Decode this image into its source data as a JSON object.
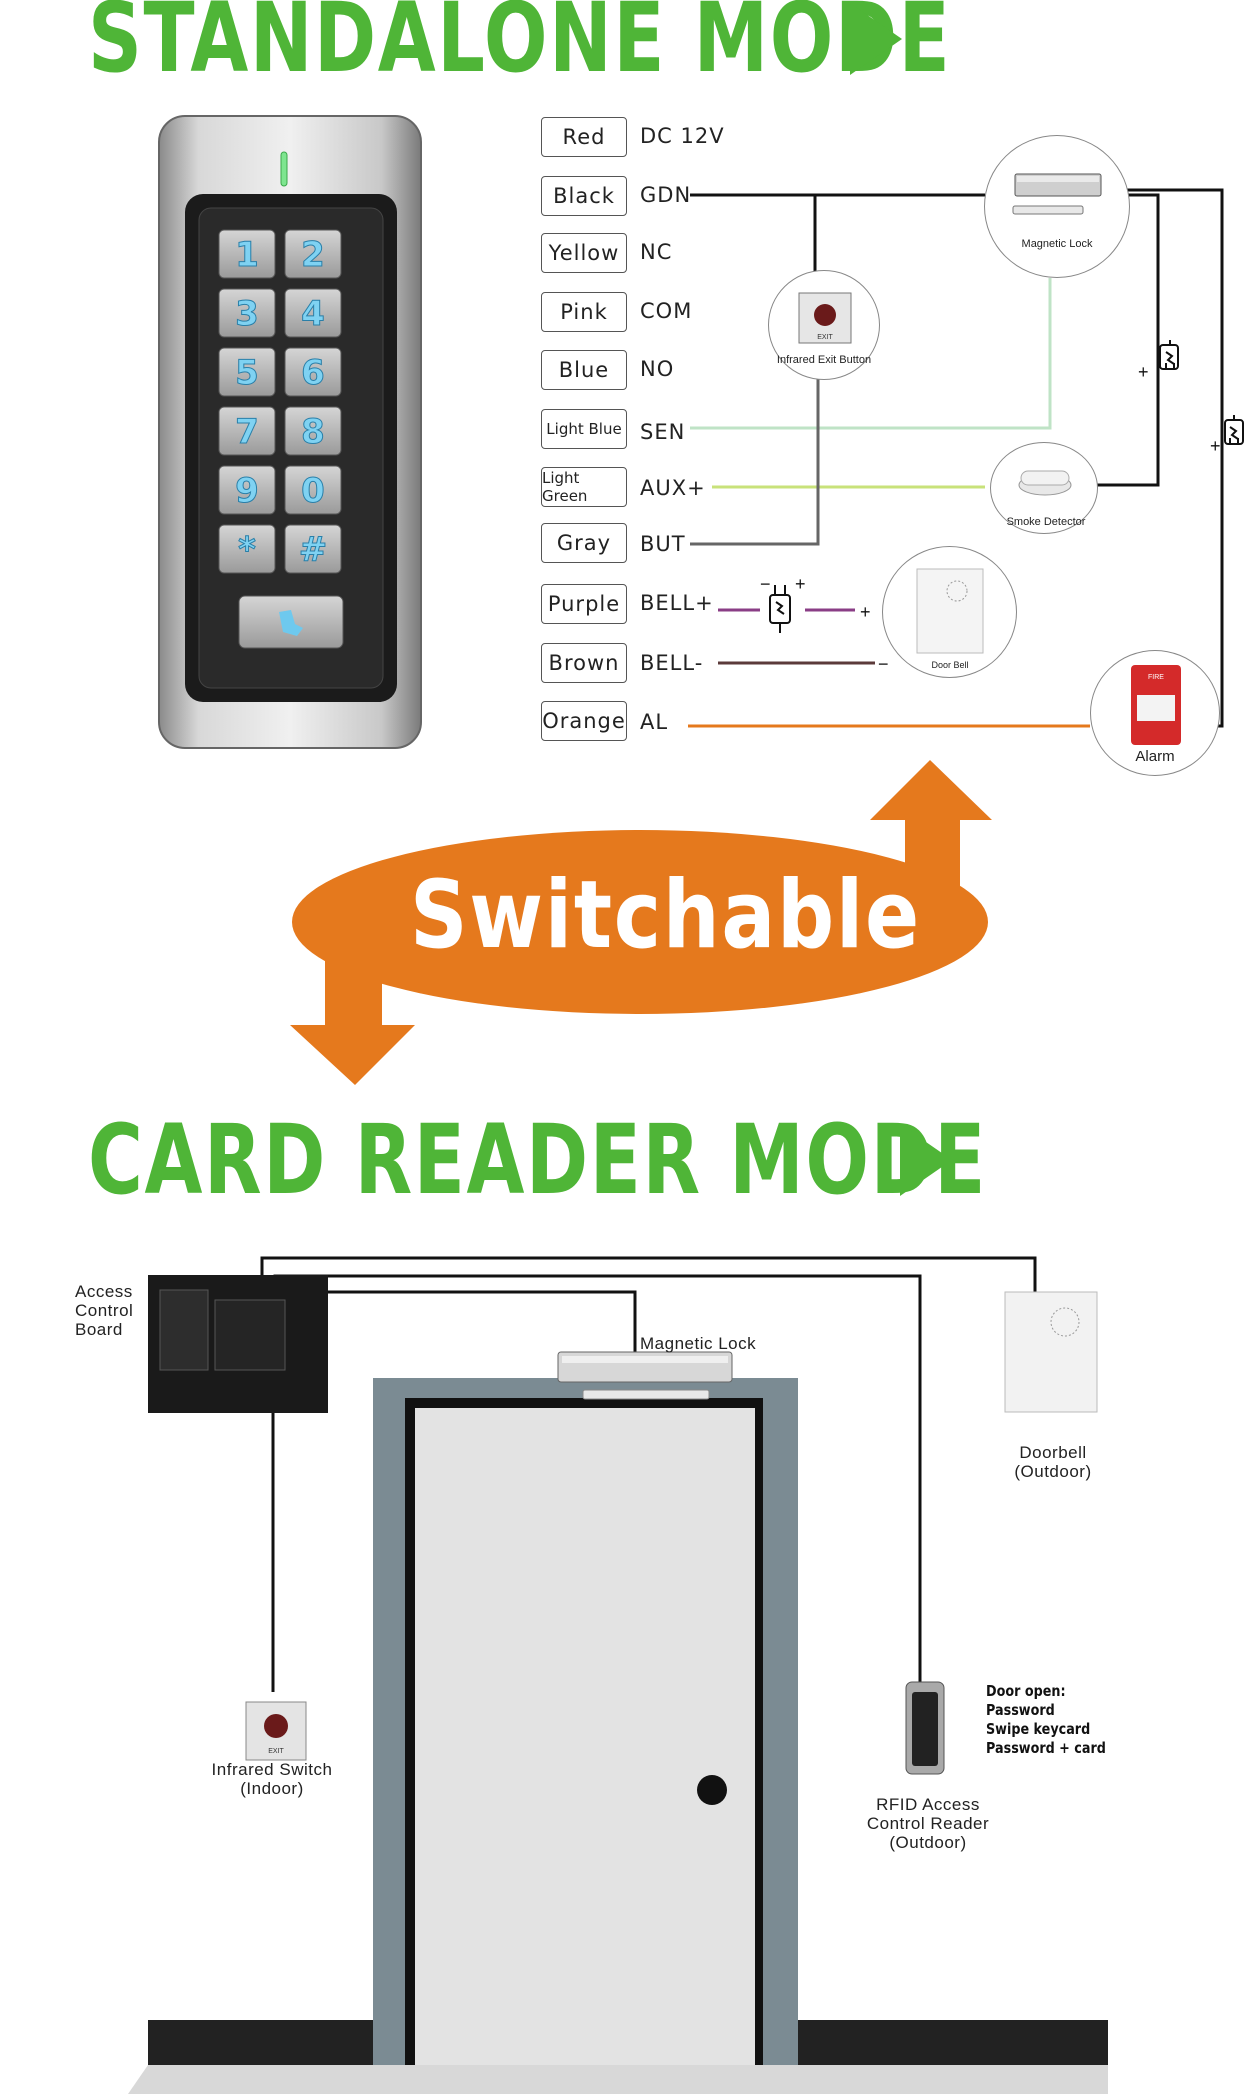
{
  "header": {
    "standalone_title": "STANDALONE MODE",
    "switch_label": "Switchable",
    "card_reader_title": "CARD READER MODE"
  },
  "wiring": [
    {
      "color_name": "Red",
      "pin": "DC 12V"
    },
    {
      "color_name": "Black",
      "pin": "GDN"
    },
    {
      "color_name": "Yellow",
      "pin": "NC"
    },
    {
      "color_name": "Pink",
      "pin": "COM"
    },
    {
      "color_name": "Blue",
      "pin": "NO"
    },
    {
      "color_name": "Light Blue",
      "pin": "SEN"
    },
    {
      "color_name": "Light Green",
      "pin": "AUX+"
    },
    {
      "color_name": "Gray",
      "pin": "BUT"
    },
    {
      "color_name": "Purple",
      "pin": "BELL+"
    },
    {
      "color_name": "Brown",
      "pin": "BELL-"
    },
    {
      "color_name": "Orange",
      "pin": "AL"
    }
  ],
  "devices": {
    "magnetic_lock": "Magnetic Lock",
    "exit_button": "Infrared Exit Button",
    "exit_text": "EXIT",
    "smoke_detector": "Smoke Detector",
    "door_bell": "Door Bell",
    "alarm": "Alarm",
    "fire_text": "FIRE"
  },
  "signs": {
    "plus": "+",
    "minus": "−"
  },
  "keypad_keys": [
    "1",
    "2",
    "3",
    "4",
    "5",
    "6",
    "7",
    "8",
    "9",
    "0",
    "*",
    "#"
  ],
  "card_reader": {
    "access_board": "Access Control Board",
    "magnetic_lock": "Magnetic Lock",
    "doorbell": "Doorbell (Outdoor)",
    "infrared_switch": "Infrared Switch (Indoor)",
    "exit_text": "EXIT",
    "rfid_reader": "RFID Access Control Reader (Outdoor)",
    "door_open_title": "Door open:",
    "door_open_options": [
      "Password",
      "Swipe keycard",
      "Password + card"
    ]
  },
  "colors": {
    "title_green": "#4fb537",
    "arrow_orange": "#e5791d",
    "wire_black": "#111111",
    "wire_lightblue": "#bfe3c6",
    "wire_lightgreen": "#c8e27a",
    "wire_gray": "#666666",
    "wire_purple": "#8a3d86",
    "wire_brown": "#5b3a3a",
    "wire_orange": "#e5791d"
  }
}
